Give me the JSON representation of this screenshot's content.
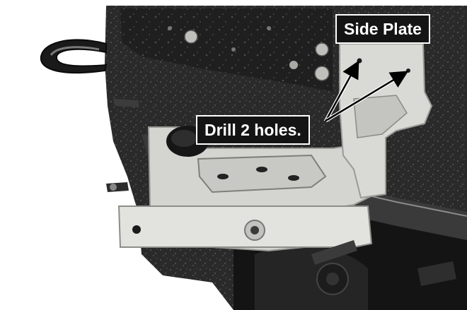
{
  "photo": {
    "subject": "truck-front-frame-with-bracket",
    "colors": {
      "background": "#ffffff",
      "plate": "#d6d6d2",
      "frame": "#2b2b2b",
      "shadow": "#0e0e0e",
      "label_bg": "#141414",
      "label_text": "#ffffff"
    }
  },
  "labels": {
    "side_plate": "Side Plate",
    "drill_holes": "Drill 2 holes."
  }
}
